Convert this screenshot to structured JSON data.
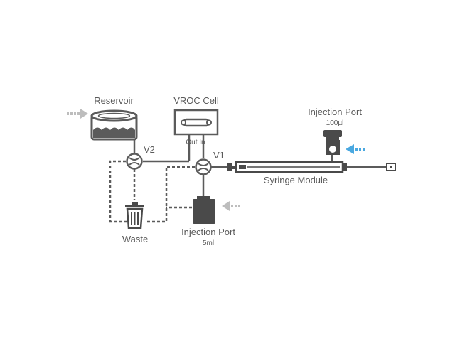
{
  "labels": {
    "reservoir": "Reservoir",
    "vroc_cell": "VROC Cell",
    "vroc_out_in": "Out In",
    "v2": "V2",
    "v1": "V1",
    "waste": "Waste",
    "injection_port_large": "Injection Port",
    "injection_port_large_volume": "5ml",
    "injection_port_small": "Injection Port",
    "injection_port_small_volume": "100µl",
    "syringe_module": "Syringe Module"
  },
  "colors": {
    "line": "#5b5b5b",
    "dark": "#4a4a4a",
    "accent_blue": "#4aa8e0",
    "arrow_gray": "#bdbdbd",
    "text": "#5a5a5a"
  },
  "icons": {
    "reservoir": "reservoir-icon",
    "vroc_cell": "vroc-cell-icon",
    "valve": "three-way-valve-icon",
    "waste": "trash-bin-icon",
    "injection_port_large": "syringe-reservoir-icon",
    "injection_port_small": "injection-port-icon",
    "syringe_module": "syringe-icon"
  }
}
